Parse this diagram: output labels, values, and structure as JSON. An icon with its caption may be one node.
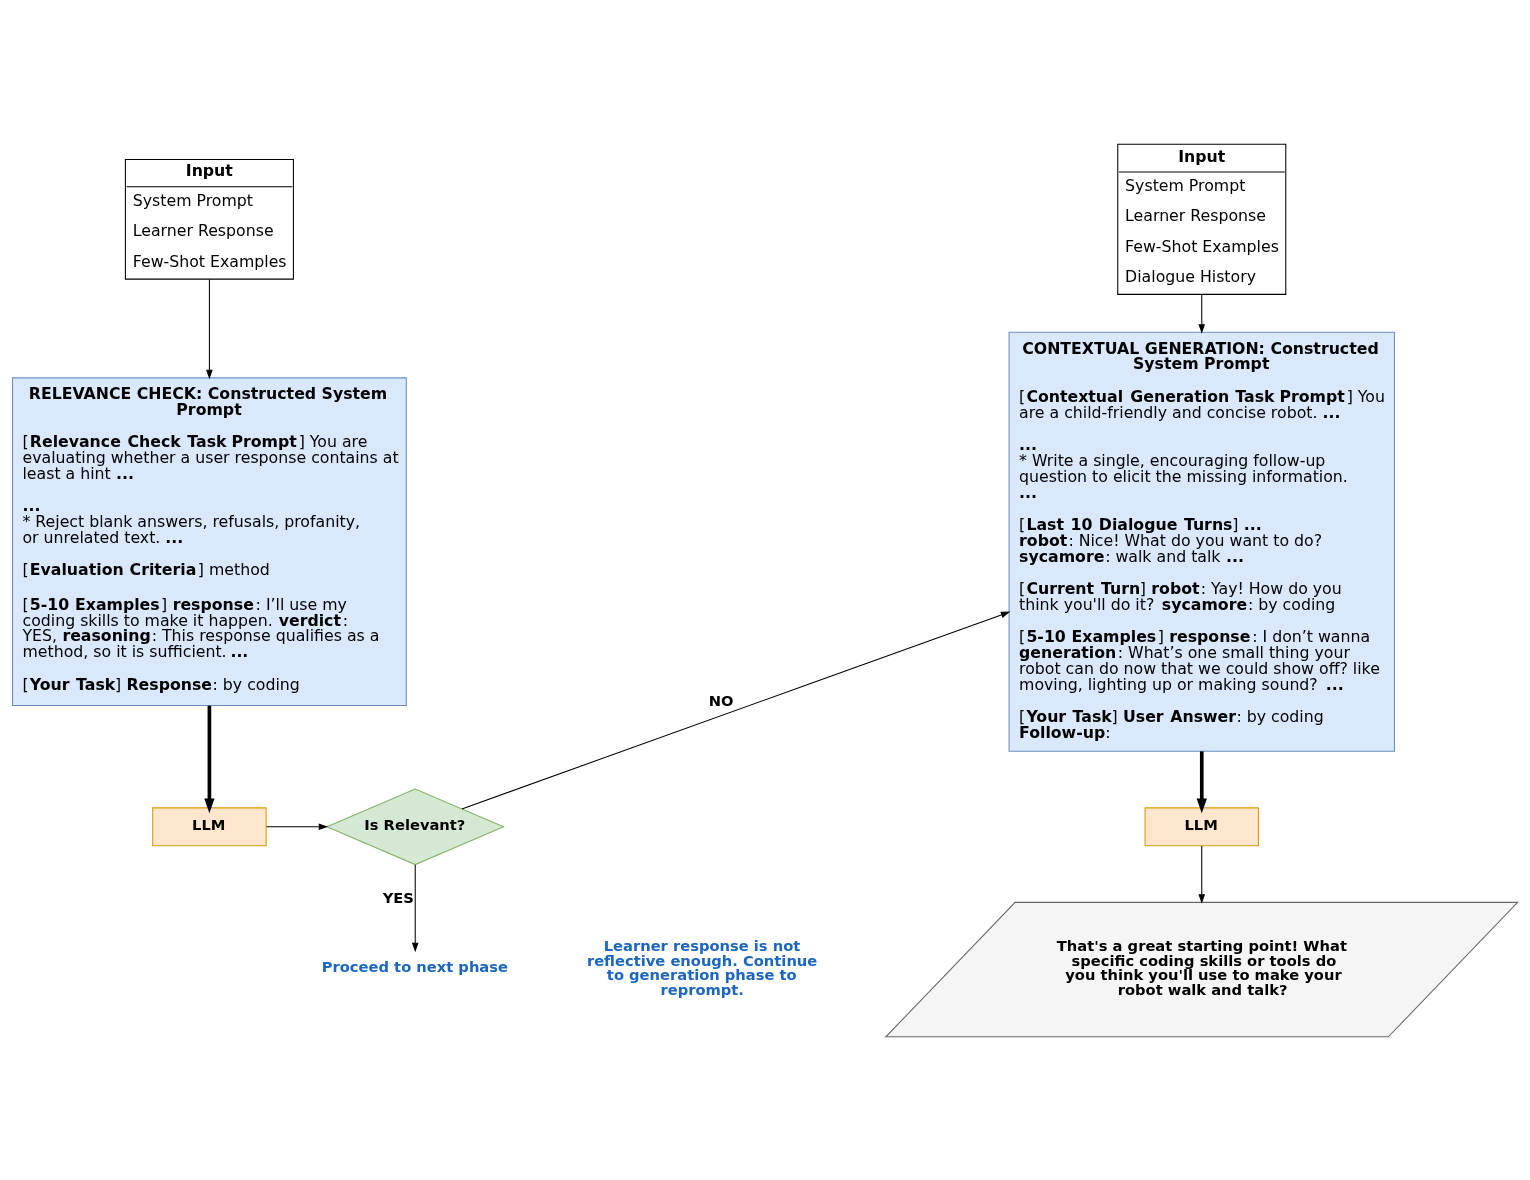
{
  "diagram": {
    "nodes": [
      {
        "text": [
          "Input",
          "System Prompt",
          "Learner Response",
          "Few-Shot Examples"
        ]
      },
      {
        "text": [
          "Input",
          "System Prompt",
          "Learner Response",
          "Few-Shot Examples",
          "Dialogue History"
        ]
      },
      {
        "text": [
          "RELEVANCE CHECK: Constructed System Prompt",
          "[**Relevance Check Task Prompt**] You are evaluating whether a user response contains at least a hint **...**",
          "**...** * Reject blank answers, refusals, profanity, or unrelated text. **...**",
          "[**Evaluation Criteria**] method",
          "[**5-10 Examples**] **response**: I’ll use my coding skills to make it happen. **verdict**: YES, **reasoning**: This response qualifies as a method, so it is sufficient. **...**",
          "[**Your Task**] **Response**: by coding"
        ]
      },
      {
        "text": [
          "LLM"
        ]
      },
      {
        "text": [
          "Is Relevant?"
        ]
      },
      {
        "text": [
          "Proceed to next phase"
        ]
      },
      {
        "text": [
          "CONTEXTUAL GENERATION: Constructed System Prompt",
          "[**Contextual Generation Task Prompt**] You are a child-friendly and concise robot. **...**",
          "**...** * Write a single, encouraging follow-up question to elicit the missing information. **...**",
          "[**Last 10 Dialogue Turns**] **...** **robot**: Nice! What do you want to do? **sycamore**: walk and talk **...**",
          "[**Current Turn**] **robot**: Yay! How do you think you'll do it? **sycamore**: by coding",
          "[**5-10 Examples**] **response**: I don’t wanna **generation**: What’s one small thing your robot can do now that we could show off? like moving, lighting up or making sound? **...**",
          "[**Your Task**] **User Answer**: by coding **Follow-up**:"
        ]
      },
      {
        "text": [
          "LLM"
        ]
      },
      {
        "text": [
          "That's a great starting point! What specific coding skills or tools do you think you'll use to make your robot walk and talk?"
        ]
      }
    ],
    "edges": [
      {
        "from": 0,
        "to": 2,
        "arrow": "to"
      },
      {
        "from": 1,
        "to": 6,
        "arrow": "to"
      },
      {
        "from": 2,
        "to": 3,
        "arrow": "to",
        "style": "thick"
      },
      {
        "from": 3,
        "to": 4,
        "arrow": "to"
      },
      {
        "from": 4,
        "to": 5,
        "arrow": "to",
        "label": "YES"
      },
      {
        "from": 4,
        "to": 6,
        "arrow": "to",
        "label": "NO"
      },
      {
        "from": 6,
        "to": 7,
        "arrow": "to",
        "style": "thick"
      },
      {
        "from": 7,
        "to": 8,
        "arrow": "to"
      }
    ],
    "labels": [
      "Learner response is not reflective enough. Continue to generation phase to reprompt."
    ]
  }
}
